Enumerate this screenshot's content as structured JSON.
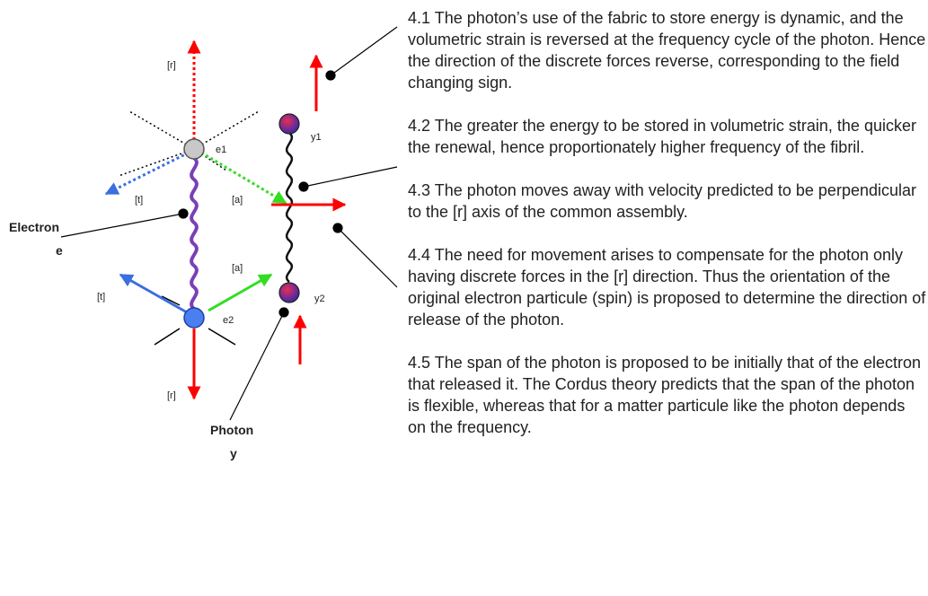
{
  "labels": {
    "r_top": "[r]",
    "r_bottom": "[r]",
    "t_upper": "[t]",
    "t_lower": "[t]",
    "a_upper": "[a]",
    "a_lower": "[a]",
    "e1": "e1",
    "e2": "e2",
    "y1": "y1",
    "y2": "y2",
    "electron_line1": "Electron",
    "electron_line2": "e",
    "photon_line1": "Photon",
    "photon_line2": "y"
  },
  "notes": [
    "4.1 The photon’s use of the fabric to store energy is dynamic, and the volumetric strain is reversed at the frequency cycle of the photon. Hence the direction of the discrete forces reverse, corresponding to the field changing sign.",
    "4.2 The greater the energy to be stored in volumetric strain, the quicker the renewal, hence proportionately higher frequency of the fibril.",
    "4.3 The photon moves away with velocity predicted to be perpendicular to the [r] axis of the common assembly.",
    "4.4 The need for movement arises to compensate for the photon only having discrete forces in the [r] direction. Thus the orientation of the original electron particule (spin) is proposed to determine the direction of release of the photon.",
    "4.5 The span of the photon is proposed to be initially that of the electron that released it. The Cordus theory predicts that the span of the photon is flexible, whereas that for a matter particule like the photon depends on the frequency."
  ],
  "colors": {
    "red": "#ff0000",
    "green": "#33dd22",
    "blue": "#3a6fe0",
    "purple": "#7a3fb5",
    "gray_node": "#c8c8c8",
    "blue_node": "#4a7ff0"
  }
}
